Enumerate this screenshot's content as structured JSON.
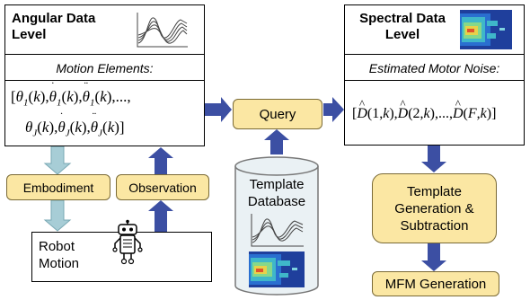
{
  "angular_box": {
    "title": "Angular Data\nLevel",
    "subtitle": "Motion Elements:",
    "math_line1_suffix": ",...,",
    "math_open": "[",
    "math_close": "]"
  },
  "spectral_box": {
    "title": "Spectral Data\nLevel",
    "subtitle": "Estimated Motor Noise:"
  },
  "nodes": {
    "query": "Query",
    "embodiment": "Embodiment",
    "observation": "Observation",
    "robot_motion": "Robot\nMotion",
    "template_db": "Template\nDatabase",
    "template_gen": "Template\nGeneration &\nSubtraction",
    "mfm": "MFM Generation"
  },
  "colors": {
    "arrow_blue": "#3c4fa3",
    "arrow_light": "#a7cdd6",
    "node_fill": "#fbe7a3",
    "db_fill": "#eaf1f4"
  },
  "icons": {
    "waveform": "waveform-icon",
    "spectrogram": "spectrogram-icon",
    "robot": "robot-icon"
  }
}
